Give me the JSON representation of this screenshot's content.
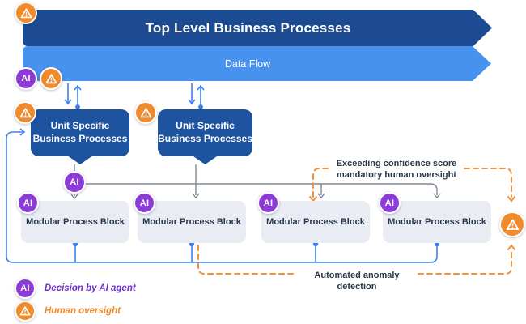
{
  "banners": {
    "top": "Top Level Business Processes",
    "data_flow": "Data Flow"
  },
  "unit_boxes": [
    "Unit Specific Business Processes",
    "Unit Specific Business Processes"
  ],
  "modular_blocks": [
    "Modular Process Block",
    "Modular Process Block",
    "Modular Process Block",
    "Modular Process Block"
  ],
  "ai_badge_text": "AI",
  "annotations": {
    "confidence_line1": "Exceeding confidence score",
    "confidence_line2": "mandatory human oversight",
    "anomaly": "Automated anomaly detection"
  },
  "legend": {
    "ai_label": "Decision by AI agent",
    "human_label": "Human oversight"
  },
  "icons": {
    "ai_badge": "purple circle with AI letters",
    "warning_badge": "orange circle with warning triangle"
  },
  "colors": {
    "banner_dark_blue": "#1d4b91",
    "banner_light_blue": "#4792ef",
    "unit_box_blue": "#1e549f",
    "modular_block_gray": "#e9ecf3",
    "ai_purple": "#8d3bd6",
    "oversight_orange": "#ef8b2b",
    "blue_line": "#3b82f0",
    "gray_line": "#7e8896",
    "annotation_text": "#2b3648"
  }
}
